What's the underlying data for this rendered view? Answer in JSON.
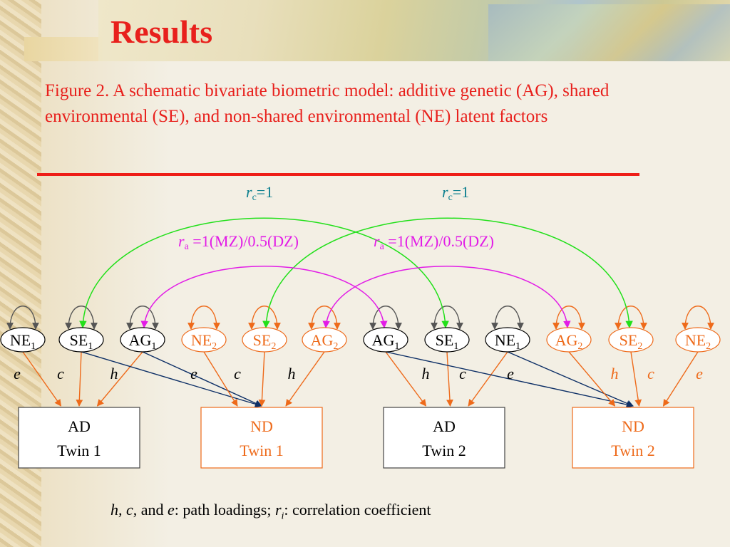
{
  "slide": {
    "title": "Results",
    "caption": "Figure 2. A schematic bivariate biometric model: additive genetic (AG), shared environmental (SE), and non-shared environmental (NE) latent factors"
  },
  "colors": {
    "title": "#e8201c",
    "black": "#000000",
    "orange": "#ee6a1a",
    "green": "#22e01a",
    "magenta": "#e21ce6",
    "teal": "#0b7f8e",
    "navy": "#0d2f66",
    "gray": "#555555"
  },
  "correlations": {
    "rc": {
      "symbol": "r",
      "subscript": "c",
      "value": "=1"
    },
    "ra": {
      "symbol": "r",
      "subscript": "a",
      "value": " =1(MZ)/0.5(DZ)"
    }
  },
  "factors": [
    {
      "name": "NE",
      "sub": "1",
      "color": "black"
    },
    {
      "name": "SE",
      "sub": "1",
      "color": "black"
    },
    {
      "name": "AG",
      "sub": "1",
      "color": "black"
    },
    {
      "name": "NE",
      "sub": "2",
      "color": "orange"
    },
    {
      "name": "SE",
      "sub": "2",
      "color": "orange"
    },
    {
      "name": "AG",
      "sub": "2",
      "color": "orange"
    },
    {
      "name": "AG",
      "sub": "1",
      "color": "black"
    },
    {
      "name": "SE",
      "sub": "1",
      "color": "black"
    },
    {
      "name": "NE",
      "sub": "1",
      "color": "black"
    },
    {
      "name": "AG",
      "sub": "2",
      "color": "orange"
    },
    {
      "name": "SE",
      "sub": "2",
      "color": "orange"
    },
    {
      "name": "NE",
      "sub": "2",
      "color": "orange"
    }
  ],
  "outcomes": [
    {
      "line1": "AD",
      "line2": "Twin 1",
      "color": "black"
    },
    {
      "line1": "ND",
      "line2": "Twin 1",
      "color": "orange"
    },
    {
      "line1": "AD",
      "line2": "Twin 2",
      "color": "black"
    },
    {
      "line1": "ND",
      "line2": "Twin 2",
      "color": "orange"
    }
  ],
  "path_labels": [
    {
      "text": "e",
      "color": "black"
    },
    {
      "text": "c",
      "color": "black"
    },
    {
      "text": "h",
      "color": "black"
    },
    {
      "text": "e",
      "color": "black"
    },
    {
      "text": "c",
      "color": "black"
    },
    {
      "text": "h",
      "color": "black"
    },
    {
      "text": "h",
      "color": "black"
    },
    {
      "text": "c",
      "color": "black"
    },
    {
      "text": "e",
      "color": "black"
    },
    {
      "text": "h",
      "color": "orange"
    },
    {
      "text": "c",
      "color": "orange"
    },
    {
      "text": "e",
      "color": "orange"
    }
  ],
  "footnote": {
    "letters": [
      "h, c",
      ", and ",
      "e",
      ": path loadings;  ",
      "r",
      "i",
      ": correlation coefficient"
    ]
  }
}
